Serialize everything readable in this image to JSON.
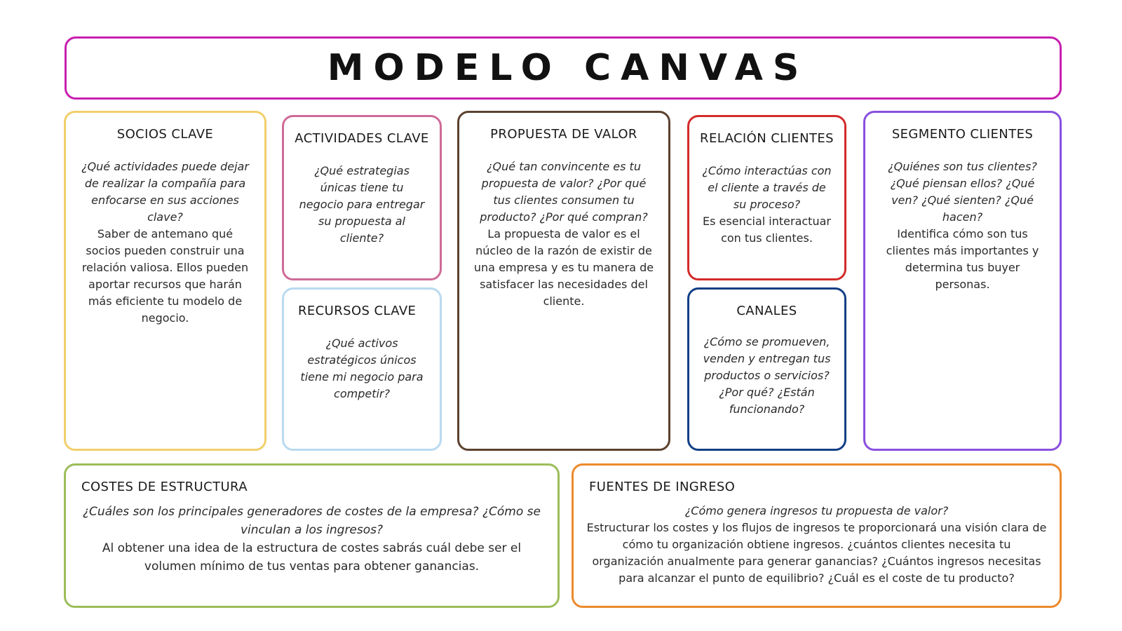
{
  "title": "MODELO CANVAS",
  "colors": {
    "title_border": "#c81fb0",
    "socios": "#f1cf6a",
    "actividades": "#cf6b98",
    "recursos": "#b9daf0",
    "propuesta": "#5b4230",
    "relacion": "#d42a2a",
    "canales": "#123f86",
    "segmento": "#8a4fe0",
    "costes": "#9cbd59",
    "fuentes": "#ec8a2c"
  },
  "blocks": {
    "socios": {
      "title": "SOCIOS CLAVE",
      "question": "¿Qué actividades puede dejar de realizar la compañía para enfocarse en sus acciones clave?",
      "text": "Saber de antemano qué socios pueden construir una relación valiosa. Ellos pueden aportar recursos que harán más eficiente tu modelo de negocio."
    },
    "actividades": {
      "title": "ACTIVIDADES CLAVE",
      "question": "¿Qué estrategias únicas tiene tu negocio para entregar su propuesta al cliente?"
    },
    "recursos": {
      "title": "RECURSOS CLAVE",
      "question": "¿Qué activos estratégicos únicos tiene mi negocio para competir?"
    },
    "propuesta": {
      "title": "PROPUESTA DE VALOR",
      "question": "¿Qué tan convincente es tu propuesta de valor? ¿Por qué tus clientes consumen tu producto? ¿Por qué compran?",
      "text": "La propuesta de valor es el núcleo de la razón de existir de una empresa y es tu manera de satisfacer las necesidades del cliente."
    },
    "relacion": {
      "title": "RELACIÓN CLIENTES",
      "question": "¿Cómo interactúas con el cliente a través de su proceso?",
      "text": "Es esencial interactuar con tus clientes."
    },
    "canales": {
      "title": "CANALES",
      "question": "¿Cómo se promueven, venden y entregan tus productos o servicios? ¿Por qué? ¿Están funcionando?"
    },
    "segmento": {
      "title": "SEGMENTO CLIENTES",
      "question": "¿Quiénes son tus clientes? ¿Qué piensan ellos? ¿Qué ven? ¿Qué sienten? ¿Qué hacen?",
      "text": "Identifica cómo son tus clientes más importantes y determina tus buyer personas."
    },
    "costes": {
      "title": "COSTES DE ESTRUCTURA",
      "question": "¿Cuáles son los principales generadores de costes de la empresa? ¿Cómo se vinculan a los ingresos?",
      "text": "Al obtener una idea de la estructura de costes sabrás cuál debe ser el volumen mínimo de tus ventas para obtener ganancias."
    },
    "fuentes": {
      "title": "FUENTES DE INGRESO",
      "question": "¿Cómo genera ingresos tu propuesta de valor?",
      "text": "Estructurar los costes y los flujos de ingresos te proporcionará una visión clara de cómo tu organización obtiene ingresos. ¿cuántos clientes necesita tu organización anualmente para generar ganancias? ¿Cuántos ingresos necesitas para alcanzar el punto de equilibrio? ¿Cuál es el coste de tu producto?"
    }
  }
}
